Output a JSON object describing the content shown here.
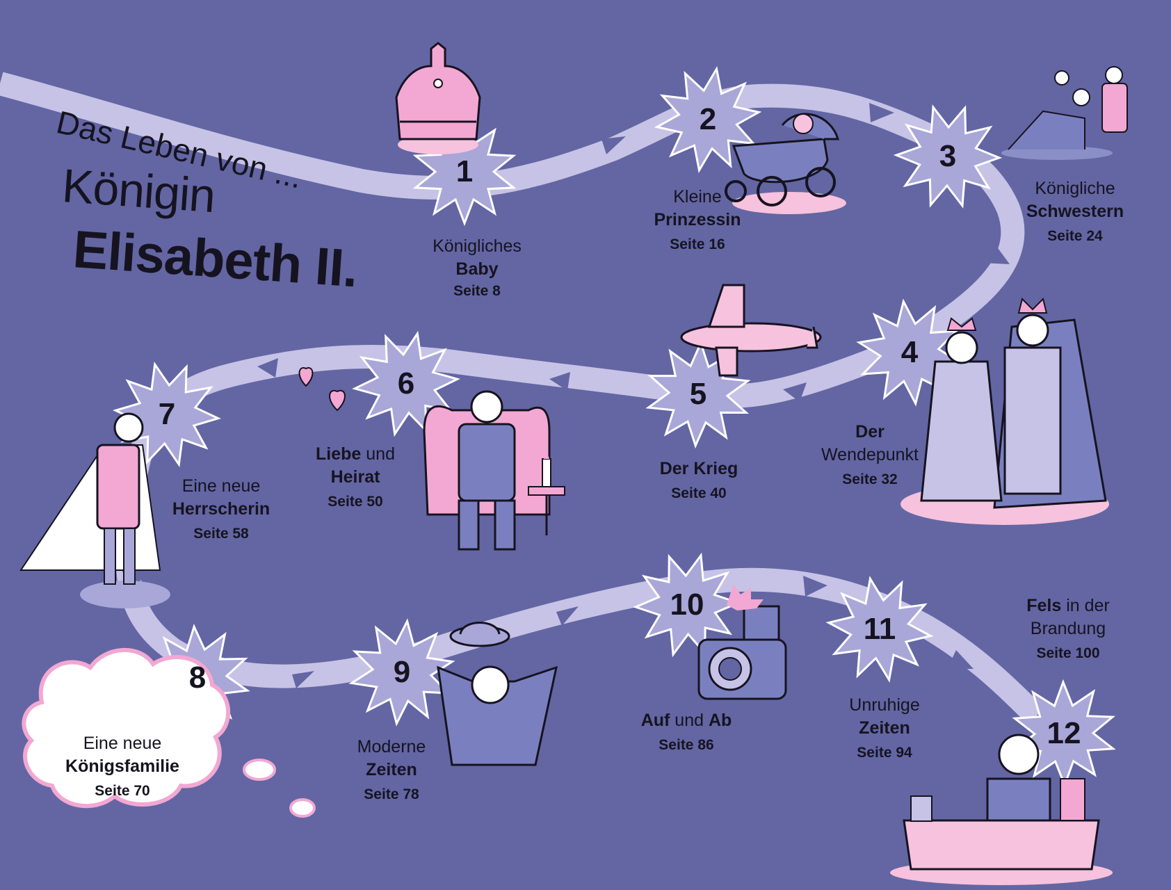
{
  "title": {
    "line1": "Das Leben von ...",
    "line2": "Königin",
    "line3": "Elisabeth II."
  },
  "colors": {
    "background": "#6366a3",
    "path": "#c7c3e6",
    "star": "#a9a6d8",
    "accent_pink": "#f2a8d2",
    "ink": "#161320"
  },
  "chapters": [
    {
      "number": "1",
      "line1": "Königliches",
      "line2": "Baby",
      "page": "Seite 8",
      "icon": "crown-icon"
    },
    {
      "number": "2",
      "line1": "Kleine",
      "line2": "Prinzessin",
      "page": "Seite 16",
      "icon": "pram-icon"
    },
    {
      "number": "3",
      "line1": "Königliche",
      "line2": "Schwestern",
      "page": "Seite 24",
      "icon": "family-icon"
    },
    {
      "number": "4",
      "line1": "Der",
      "line2": "Wendepunkt",
      "page": "Seite 32",
      "icon": "coronation-icon"
    },
    {
      "number": "5",
      "line1": "Der Krieg",
      "line2": "",
      "page": "Seite 40",
      "icon": "airplane-icon"
    },
    {
      "number": "6",
      "line1": "Liebe",
      "line1_rest": " und",
      "line2": "Heirat",
      "page": "Seite 50",
      "icon": "armchair-man-icon"
    },
    {
      "number": "7",
      "line1": "Eine neue",
      "line2": "Herrscherin",
      "page": "Seite 58",
      "icon": "queen-robe-icon"
    },
    {
      "number": "8",
      "line1": "Eine neue",
      "line2": "Königsfamilie",
      "page": "Seite 70",
      "icon": "cloud-icon"
    },
    {
      "number": "9",
      "line1": "Moderne",
      "line2": "Zeiten",
      "page": "Seite 78",
      "icon": "hat-woman-icon"
    },
    {
      "number": "10",
      "line1": "Auf",
      "line1_mid": " und ",
      "line1_end": "Ab",
      "page": "Seite 86",
      "icon": "camera-icon"
    },
    {
      "number": "11",
      "line1": "Unruhige",
      "line2": "Zeiten",
      "page": "Seite 94",
      "icon": "none"
    },
    {
      "number": "12",
      "line1": "Fels",
      "line1_rest": " in der",
      "line2": "Brandung",
      "page": "Seite 100",
      "icon": "desk-icon"
    }
  ]
}
